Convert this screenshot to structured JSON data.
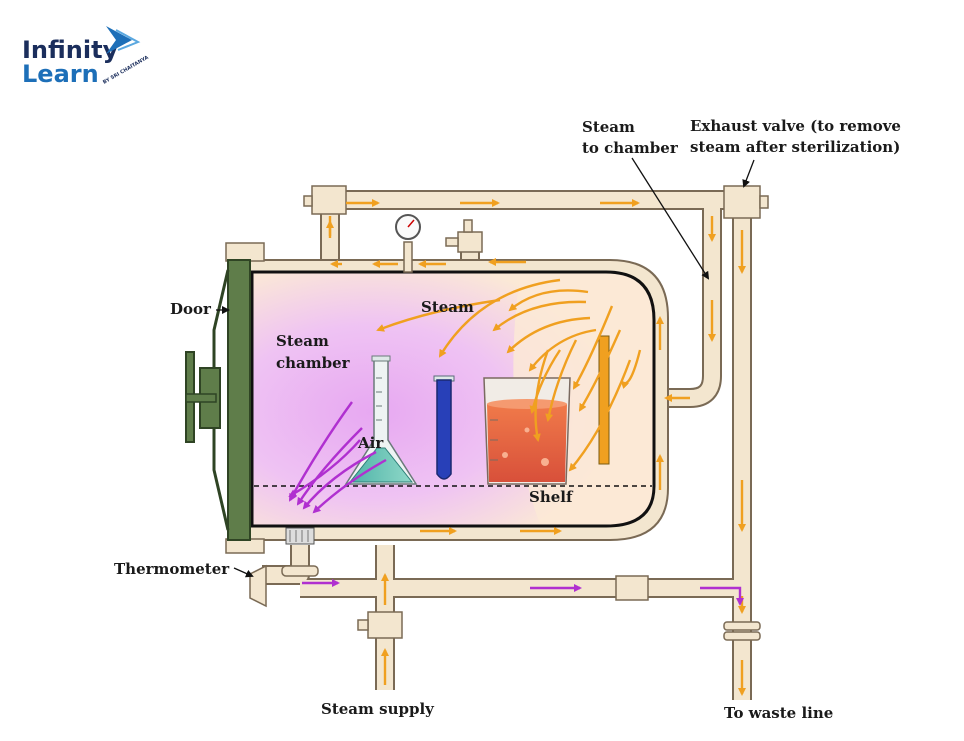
{
  "logo": {
    "line1": "Infinity",
    "line2": "Learn",
    "tagline": "BY SRI CHAITANYA"
  },
  "labels": {
    "steam_to_chamber_1": "Steam",
    "steam_to_chamber_2": "to chamber",
    "exhaust_1": "Exhaust valve (to remove",
    "exhaust_2": "steam after sterilization)",
    "door": "Door",
    "steam": "Steam",
    "steam_chamber_1": "Steam",
    "steam_chamber_2": "chamber",
    "air": "Air",
    "shelf": "Shelf",
    "thermometer": "Thermometer",
    "steam_supply": "Steam supply",
    "waste_line": "To waste line"
  },
  "colors": {
    "pipe_fill": "#f3e6cf",
    "pipe_edge": "#7a6a55",
    "chamber_bg": "#fbe9d6",
    "air_region": "#e9b8f0",
    "steam_arrow": "#f0a020",
    "air_arrow": "#b030d0",
    "door": "#5f7d4a",
    "logo_blue": "#1d6fb8",
    "logo_dark": "#1b2e5c"
  }
}
